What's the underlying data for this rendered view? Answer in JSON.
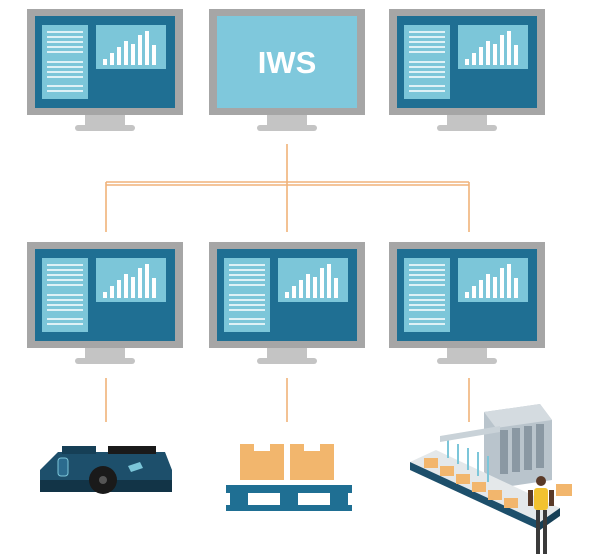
{
  "diagram": {
    "central_label": "IWS",
    "colors": {
      "monitor_frame": "#a6a6a6",
      "monitor_stand": "#c4c4c4",
      "screen_dark": "#1f6f93",
      "screen_panel": "#7cc6d9",
      "iws_screen": "#7fc8dc",
      "connector": "#f0b27a",
      "robot": "#1d4f6b",
      "box": "#f2b66d",
      "pallet": "#1f6f93"
    },
    "top_monitors": [
      "workstation-monitor",
      "iws-monitor",
      "workstation-monitor"
    ],
    "bottom_monitors": [
      "workstation-monitor",
      "workstation-monitor",
      "workstation-monitor"
    ],
    "devices": [
      "agv-robot-icon",
      "pallet-boxes-icon",
      "conveyor-station-icon"
    ]
  }
}
